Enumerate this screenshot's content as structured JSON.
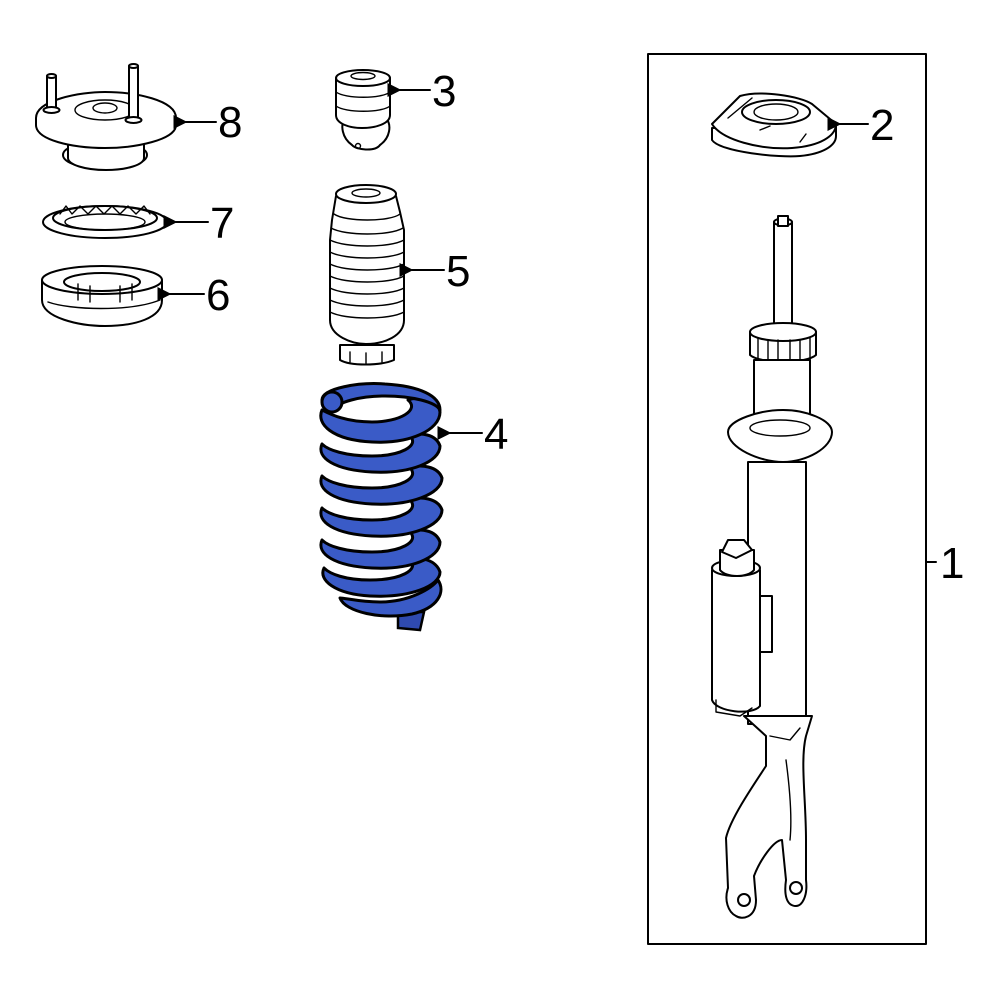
{
  "diagram": {
    "highlight_color": "#3a5bc7",
    "callouts": [
      {
        "id": "1",
        "label": "1"
      },
      {
        "id": "2",
        "label": "2"
      },
      {
        "id": "3",
        "label": "3"
      },
      {
        "id": "4",
        "label": "4"
      },
      {
        "id": "5",
        "label": "5"
      },
      {
        "id": "6",
        "label": "6"
      },
      {
        "id": "7",
        "label": "7"
      },
      {
        "id": "8",
        "label": "8"
      }
    ]
  }
}
